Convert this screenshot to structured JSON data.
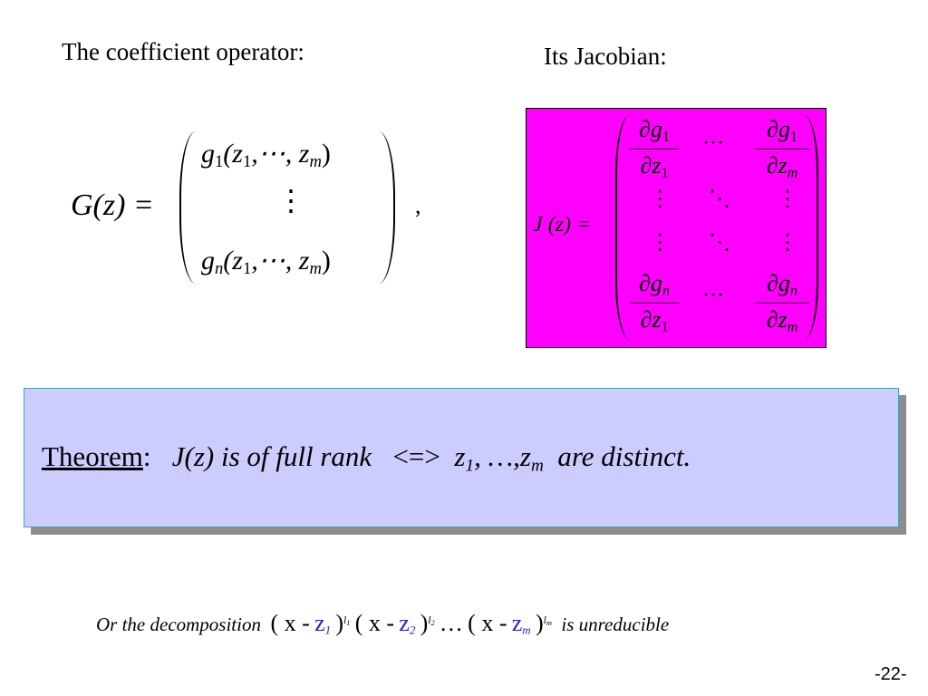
{
  "heading_left": "The coefficient operator:",
  "heading_right": "Its Jacobian:",
  "gz": {
    "lhs": "G(z) =",
    "row1_g": "g",
    "row1_gsub": "1",
    "row1_args": "(z",
    "row1_args_sub": "1",
    "row1_mid": ",⋯, z",
    "row1_end_sub": "m",
    "row1_close": ")",
    "rown_g": "g",
    "rown_gsub": "n",
    "vdots": "⋮",
    "comma": ","
  },
  "jac": {
    "lhs": "J (z) =",
    "partial": "∂",
    "g": "g",
    "z": "z",
    "sub_1": "1",
    "sub_n": "n",
    "sub_m": "m",
    "hdots": "···",
    "vdots": "⋮",
    "ddots": "⋱",
    "colors": {
      "box_bg": "#ff00ff"
    }
  },
  "theorem": {
    "label": "Theorem",
    "colon": ":",
    "statement": "J(z) is of full rank",
    "iff": "<=>",
    "z": "z",
    "sub_1": "1",
    "mid": ", …,z",
    "sub_m": "m",
    "tail": "are distinct.",
    "colors": {
      "box_bg": "#ccccff",
      "border": "#47a2ac",
      "shadow": "#8c8c8c"
    }
  },
  "bottom": {
    "prefix": "Or the decomposition",
    "open": "( x -",
    "z": "z",
    "sub_1": "1",
    "sub_2": "2",
    "sub_m": "m",
    "close": ")",
    "exp_l": "l",
    "exp_1": "1",
    "exp_2": "2",
    "exp_m": "m",
    "ellipsis": "…",
    "suffix": "is unreducible",
    "colors": {
      "z_color": "#2222cc"
    }
  },
  "page_number": "-22-"
}
